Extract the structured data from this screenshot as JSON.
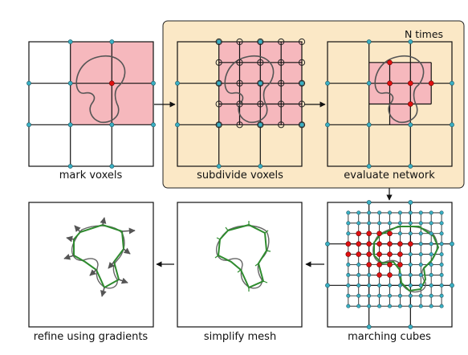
{
  "loop_label": "N times",
  "steps": {
    "mark_voxels": "mark voxels",
    "subdivide_voxels": "subdivide voxels",
    "evaluate_network": "evaluate network",
    "marching_cubes": "marching cubes",
    "simplify_mesh": "simplify mesh",
    "refine_using_gradients": "refine using gradients"
  },
  "colors": {
    "loop_bg": "#fbe8c6",
    "voxel_fill": "#f6b8bd",
    "node": "#3ab0c4",
    "inside_point": "#e01010",
    "mesh": "#2e8b2e",
    "contour": "#666666",
    "arrow": "#555555"
  }
}
